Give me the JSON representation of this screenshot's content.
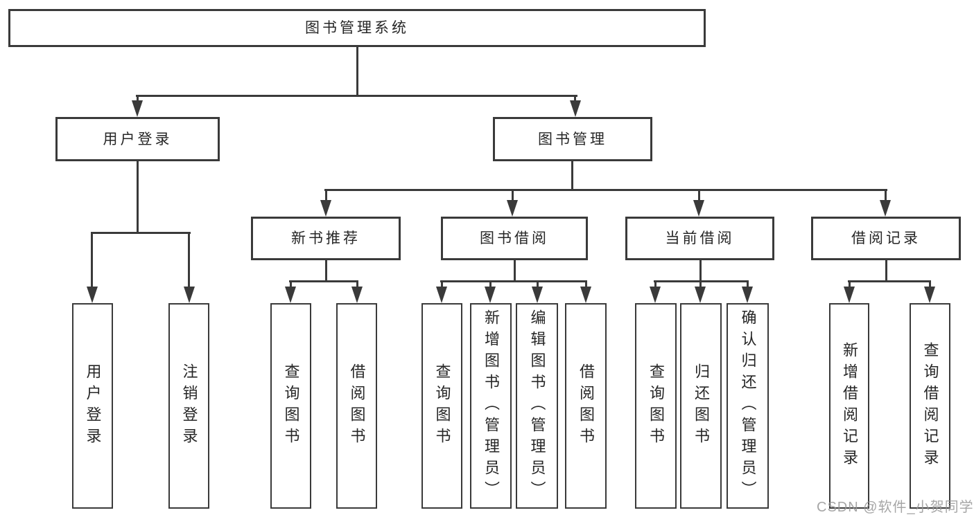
{
  "colors": {
    "line": "#3a3a3a",
    "text": "#262626",
    "box_background": "#ffffff",
    "watermark": "#969696"
  },
  "watermark": {
    "text": "CSDN @软件_小贺同学"
  },
  "tree": {
    "root": {
      "label": "图书管理系统",
      "children": [
        {
          "label": "用户登录",
          "children": [
            {
              "label": "用户登录"
            },
            {
              "label": "注销登录"
            }
          ]
        },
        {
          "label": "图书管理",
          "children": [
            {
              "label": "新书推荐",
              "children": [
                {
                  "label": "查询图书"
                },
                {
                  "label": "借阅图书"
                }
              ]
            },
            {
              "label": "图书借阅",
              "children": [
                {
                  "label": "查询图书"
                },
                {
                  "label": "新增图书（管理员）"
                },
                {
                  "label": "编辑图书（管理员）"
                },
                {
                  "label": "借阅图书"
                }
              ]
            },
            {
              "label": "当前借阅",
              "children": [
                {
                  "label": "查询图书"
                },
                {
                  "label": "归还图书"
                },
                {
                  "label": "确认归还（管理员）"
                }
              ]
            },
            {
              "label": "借阅记录",
              "children": [
                {
                  "label": "新增借阅记录"
                },
                {
                  "label": "查询借阅记录"
                }
              ]
            }
          ]
        }
      ]
    }
  }
}
